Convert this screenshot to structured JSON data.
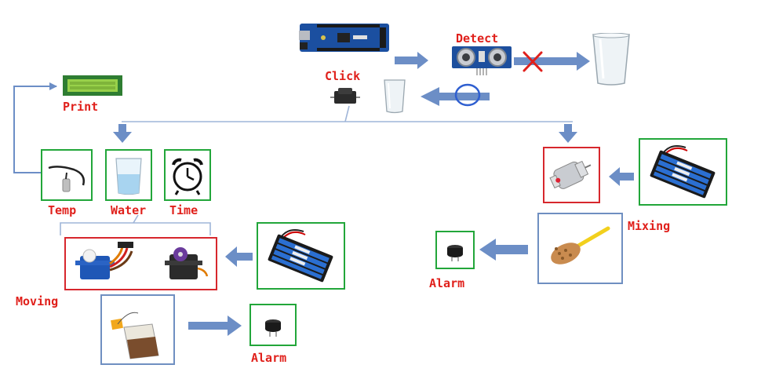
{
  "labels": {
    "detect": "Detect",
    "click": "Click",
    "print": "Print",
    "temp": "Temp",
    "water": "Water",
    "time": "Time",
    "moving": "Moving",
    "alarm_left": "Alarm",
    "alarm_right": "Alarm",
    "mixing": "Mixing"
  },
  "colors": {
    "label_red": "#e0201b",
    "box_green": "#22a63a",
    "box_red": "#d7272d",
    "box_blue": "#6f8fc1",
    "arrow_blue": "#6c8ec6"
  },
  "icons": [
    "arduino-mega-board-icon",
    "ultrasonic-sensor-icon",
    "empty-glass-icon",
    "small-glass-icon",
    "push-button-icon",
    "lcd-display-icon",
    "temperature-probe-icon",
    "water-glass-icon",
    "alarm-clock-icon",
    "servo-motor-icon",
    "battery-pack-icon",
    "tea-bag-icon",
    "buzzer-icon",
    "dc-motor-icon",
    "powder-spoon-icon",
    "red-x-icon",
    "blue-ellipse-icon"
  ]
}
